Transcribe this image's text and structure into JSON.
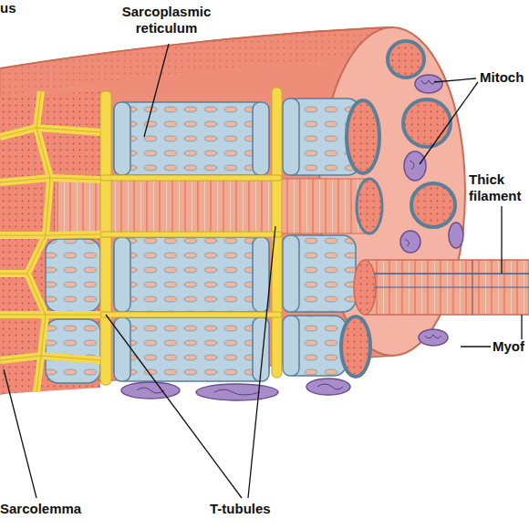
{
  "diagram": {
    "labels": [
      "us",
      "Sarcoplasmic reticulum",
      "Mitoch",
      "Thick filament",
      "Myof",
      "Sarcolemma",
      "T-tubules"
    ]
  }
}
